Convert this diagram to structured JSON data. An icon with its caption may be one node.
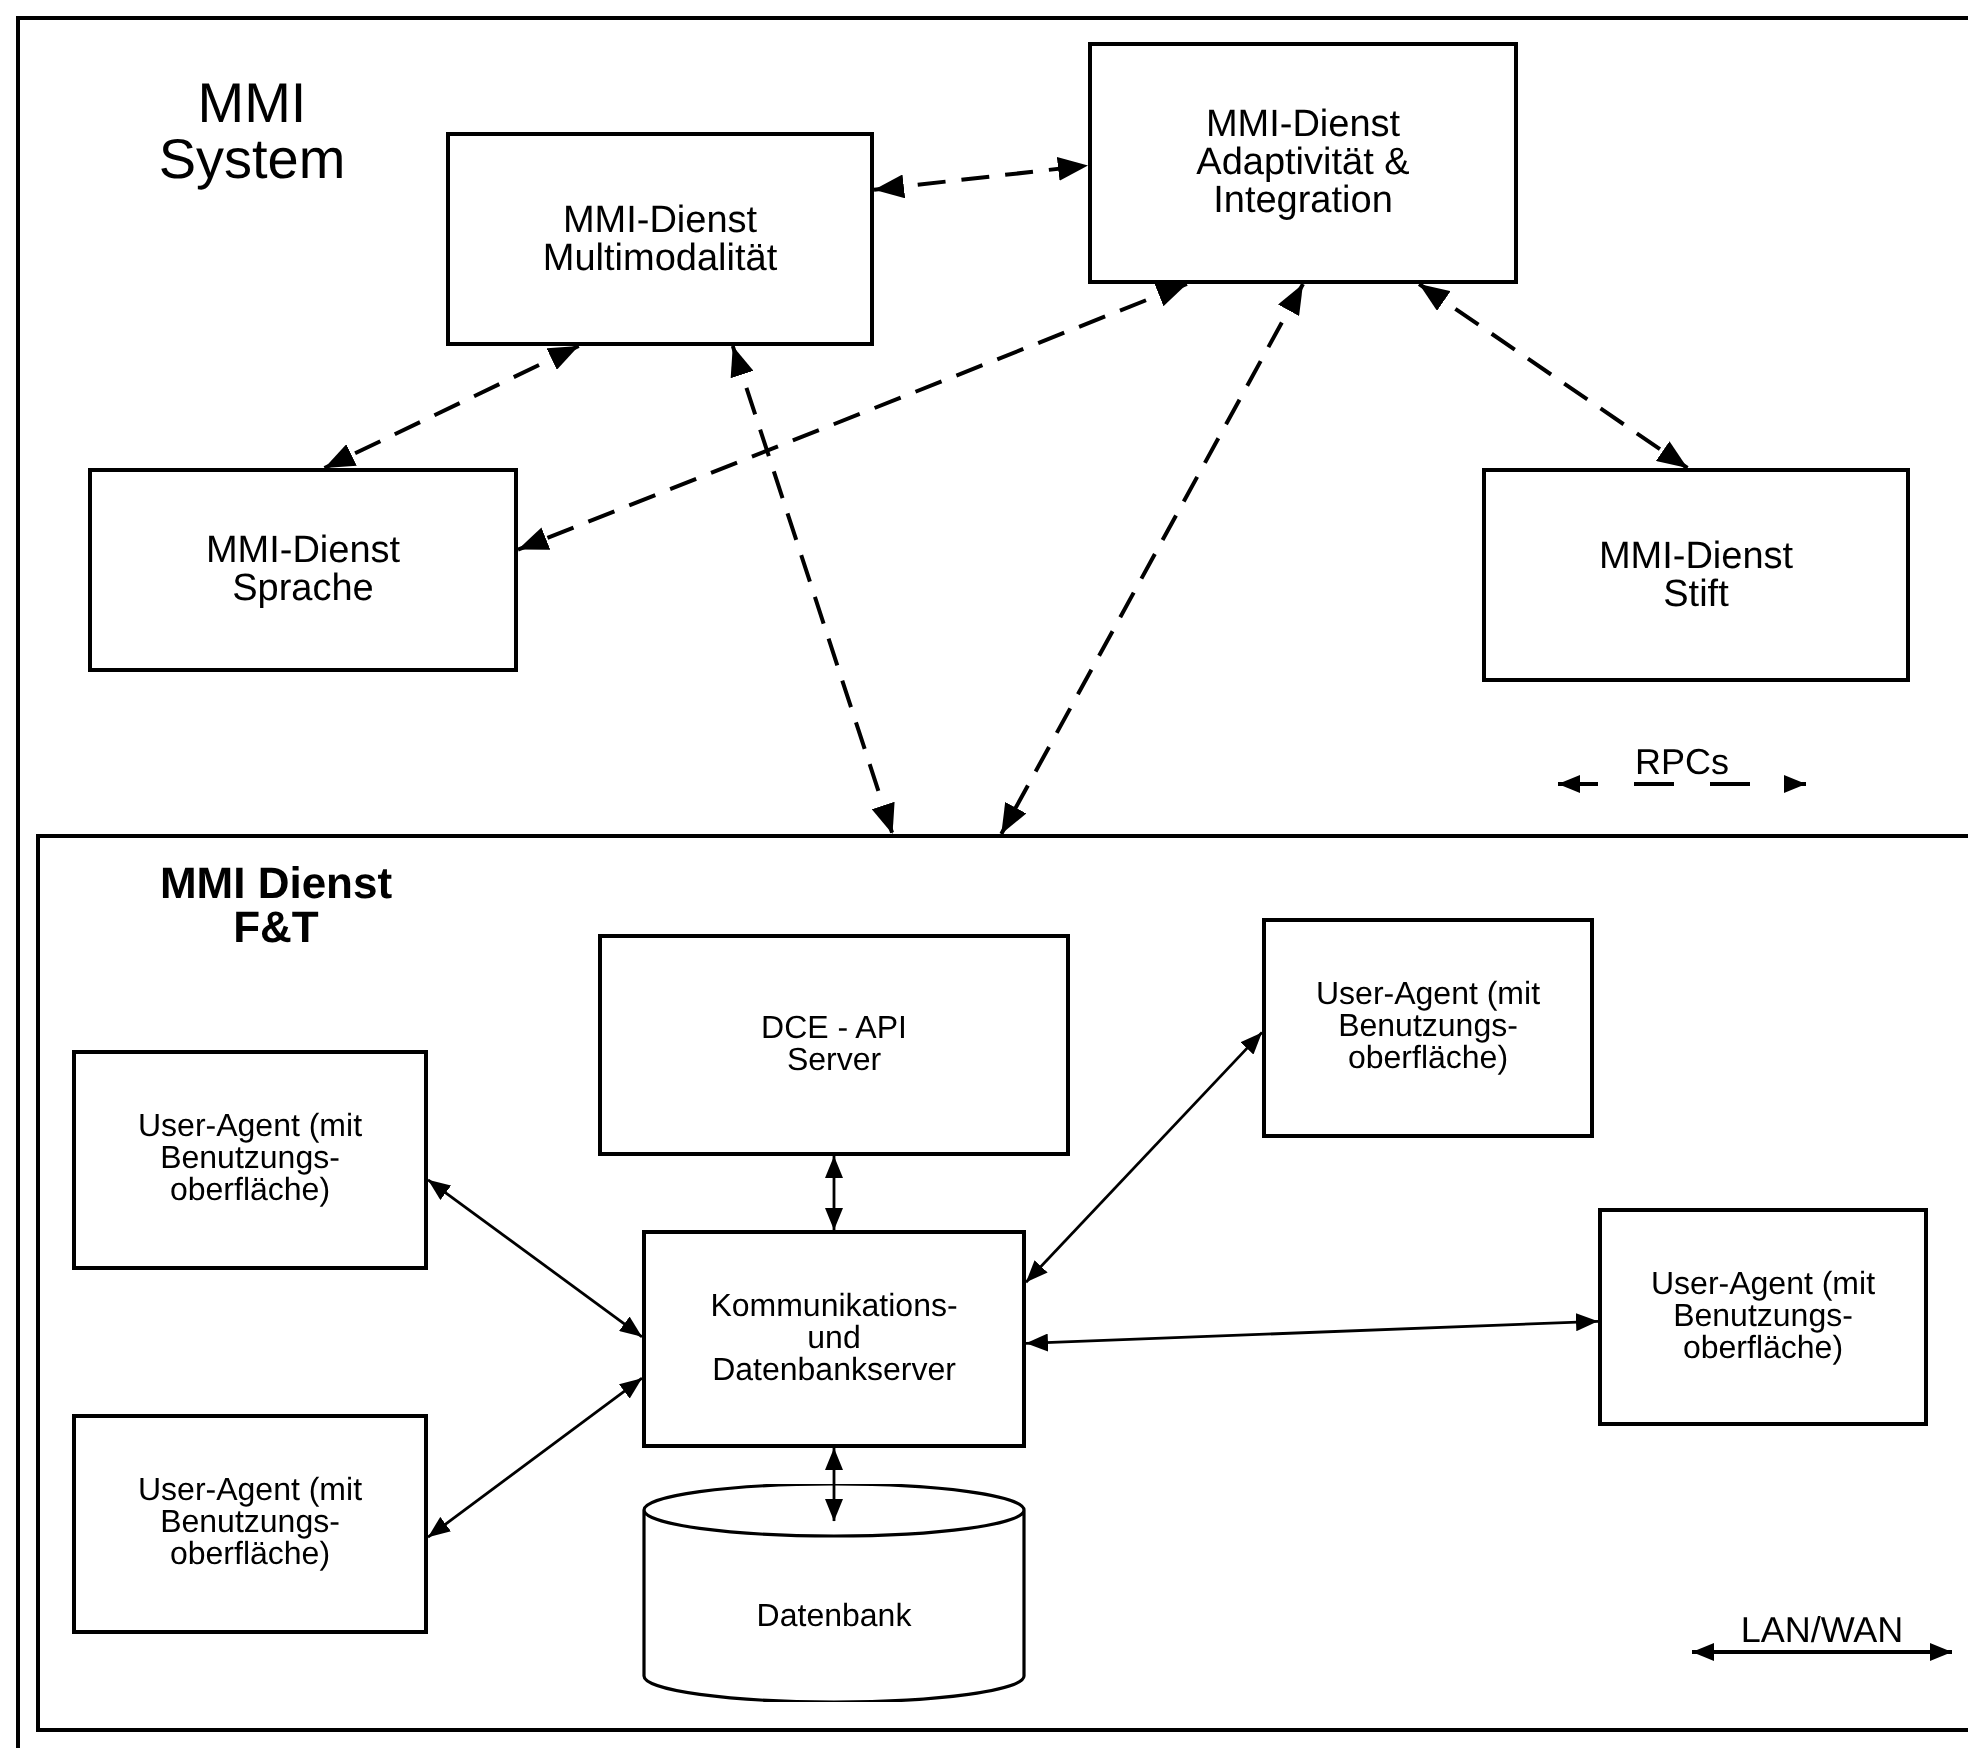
{
  "diagram": {
    "nodes": [
      {
        "text": [
          "MMI System"
        ]
      },
      {
        "text": [
          "MMI-Dienst Multimodalität"
        ],
        "in": 0
      },
      {
        "text": [
          "MMI-Dienst Adaptivität & Integration"
        ],
        "in": 0
      },
      {
        "text": [
          "MMI-Dienst Sprache"
        ],
        "in": 0
      },
      {
        "text": [
          "MMI-Dienst Stift"
        ],
        "in": 0
      },
      {
        "text": [
          "MMI Dienst F&T"
        ],
        "in": 0
      },
      {
        "text": [
          "DCE - API Server"
        ],
        "in": 5
      },
      {
        "text": [
          "User-Agent (mit Benutzungs- oberfläche)"
        ],
        "in": 5
      },
      {
        "text": [
          "User-Agent (mit Benutzungs- oberfläche)"
        ],
        "in": 5
      },
      {
        "text": [
          "Kommunikations- und Datenbankserver"
        ],
        "in": 5
      },
      {
        "text": [
          "User-Agent (mit Benutzungs- oberfläche)"
        ],
        "in": 5
      },
      {
        "text": [
          "User-Agent (mit Benutzungs- oberfläche)"
        ],
        "in": 5
      },
      {
        "text": [
          "Datenbank"
        ],
        "in": 5
      }
    ],
    "edges": [
      {
        "from": 1,
        "to": 2,
        "arrow": "both",
        "style": "dashed"
      },
      {
        "from": 1,
        "to": 3,
        "arrow": "both",
        "style": "dashed"
      },
      {
        "from": 2,
        "to": 3,
        "arrow": "both",
        "style": "dashed"
      },
      {
        "from": 1,
        "to": 5,
        "arrow": "both",
        "style": "dashed"
      },
      {
        "from": 2,
        "to": 5,
        "arrow": "both",
        "style": "dashed"
      },
      {
        "from": 2,
        "to": 4,
        "arrow": "both",
        "style": "dashed"
      },
      {
        "from": 6,
        "to": 9,
        "arrow": "both"
      },
      {
        "from": 8,
        "to": 9,
        "arrow": "both"
      },
      {
        "from": 11,
        "to": 9,
        "arrow": "both"
      },
      {
        "from": 7,
        "to": 9,
        "arrow": "both"
      },
      {
        "from": 9,
        "to": 10,
        "arrow": "both"
      },
      {
        "from": 9,
        "to": 12,
        "arrow": "both"
      }
    ],
    "legend": [
      {
        "text": "RPCs"
      },
      {
        "text": "LAN/WAN"
      }
    ]
  }
}
